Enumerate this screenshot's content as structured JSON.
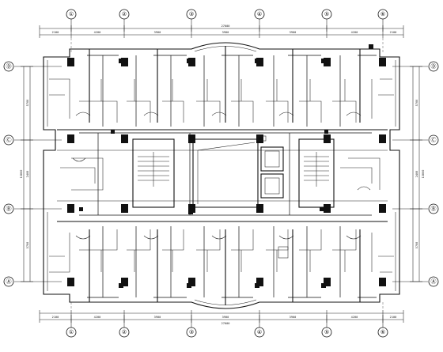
{
  "axes_top": [
    "①",
    "②",
    "③",
    "④",
    "⑤",
    "⑥"
  ],
  "axes_bottom": [
    "①",
    "②",
    "③",
    "④",
    "⑤",
    "⑥"
  ],
  "axes_left": [
    "Ⓓ",
    "Ⓒ",
    "Ⓑ",
    "Ⓐ"
  ],
  "axes_right": [
    "Ⓓ",
    "Ⓒ",
    "Ⓑ",
    "Ⓐ"
  ],
  "dims_top": {
    "segments": [
      "2100",
      "4200",
      "3900",
      "3900",
      "3900",
      "4200",
      "2100"
    ],
    "total": "27000"
  },
  "dims_bottom": {
    "segments": [
      "2100",
      "4200",
      "3900",
      "3900",
      "3900",
      "4200",
      "2100"
    ],
    "total": "27000"
  },
  "dims_left": {
    "segments": [
      "5700",
      "2400",
      "5700"
    ],
    "total": "13800"
  },
  "dims_right": {
    "segments": [
      "5700",
      "2400",
      "5700"
    ],
    "total": "13800"
  }
}
